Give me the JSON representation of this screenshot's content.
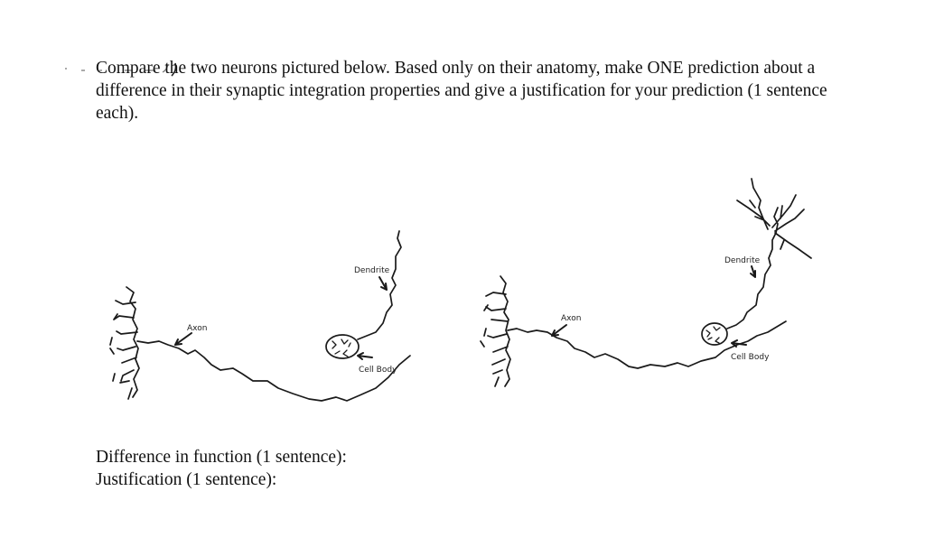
{
  "question": {
    "text": "Compare the two neurons pictured below. Based only on their anatomy, make ONE prediction about a difference in their synaptic integration properties and give a justification for your prediction (1 sentence each)."
  },
  "figure": {
    "neuron_a": {
      "dendrite_label": "Dendrite",
      "axon_label": "Axon",
      "cell_body_label": "Cell Body"
    },
    "neuron_b": {
      "dendrite_label": "Dendrite",
      "axon_label": "Axon",
      "cell_body_label": "Cell Body"
    }
  },
  "answers": {
    "difference_label": "Difference in function (1 sentence):",
    "justification_label": "Justification (1 sentence):"
  }
}
